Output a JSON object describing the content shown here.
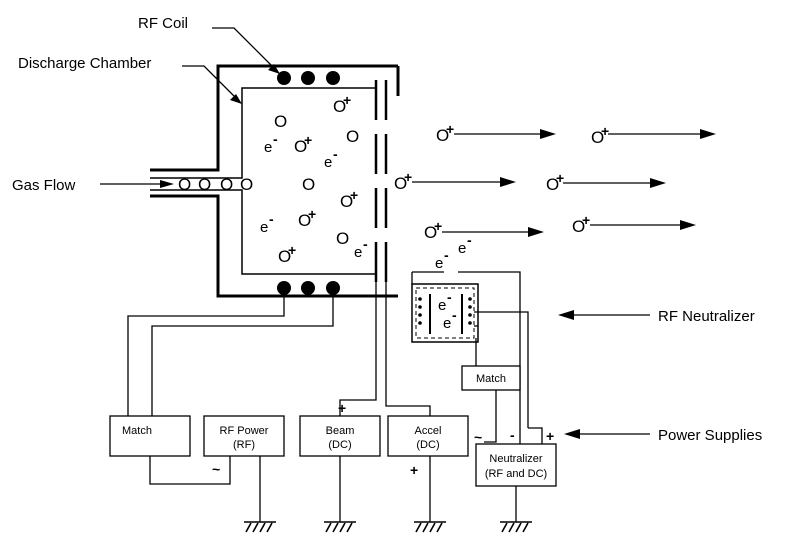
{
  "callouts": {
    "rf_coil": "RF Coil",
    "discharge_chamber": "Discharge Chamber",
    "gas_flow": "Gas Flow",
    "rf_neutralizer": "RF Neutralizer",
    "power_supplies": "Power Supplies"
  },
  "boxes": {
    "match_left": "Match",
    "rf_power": "RF Power",
    "rf_power_sub": "(RF)",
    "beam": "Beam",
    "beam_sub": "(DC)",
    "accel": "Accel",
    "accel_sub": "(DC)",
    "match_neutralizer": "Match",
    "neutralizer": "Neutralizer",
    "neutralizer_sub": "(RF and DC)"
  },
  "symbols": {
    "neutral": "O",
    "ion": "O",
    "plus": "+",
    "minus": "-",
    "ac": "~",
    "electron": "e",
    "electron_sup": "-"
  }
}
